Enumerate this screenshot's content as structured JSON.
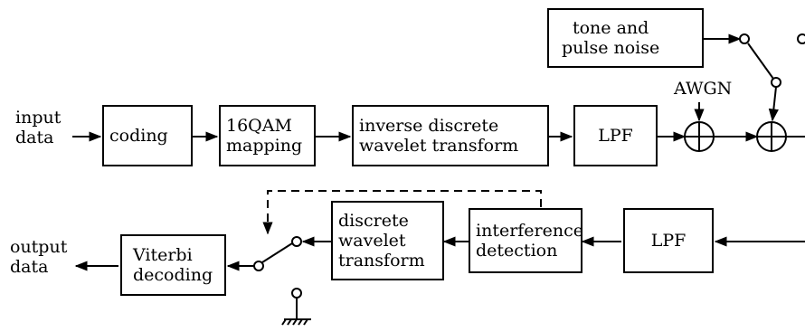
{
  "diagram": {
    "io": {
      "input": "input\ndata",
      "output": "output\ndata"
    },
    "labels": {
      "awgn": "AWGN"
    },
    "blocks": {
      "tone": "tone and\npulse noise",
      "coding": "coding",
      "qam": "16QAM\nmapping",
      "idwt": "inverse discrete\nwavelet transform",
      "lpf_tx": "LPF",
      "lpf_rx": "LPF",
      "interference": "interference\ndetection",
      "dwt": "discrete\nwavelet\ntransform",
      "viterbi": "Viterbi\ndecoding"
    }
  }
}
